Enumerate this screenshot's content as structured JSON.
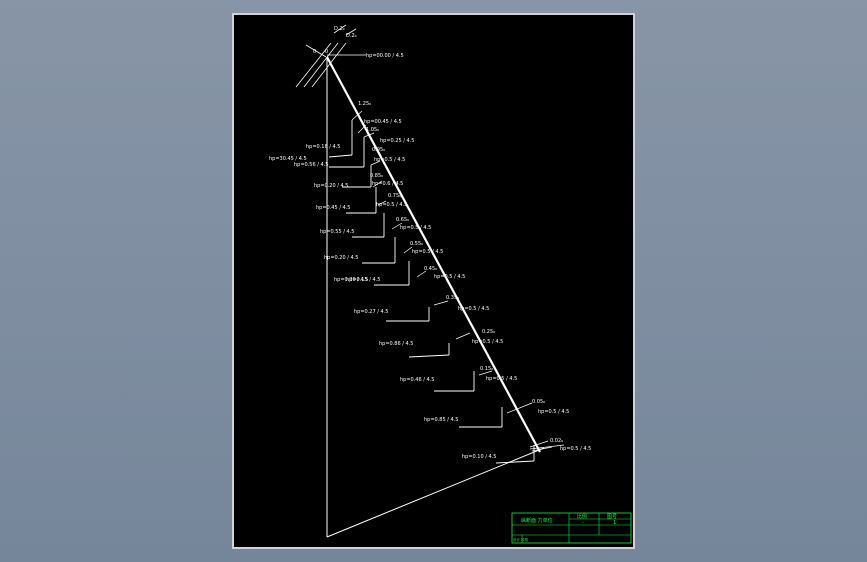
{
  "drawing": {
    "top_labels": [
      "0",
      "0"
    ],
    "top_tags": [
      "D.2₀",
      "D.2₀"
    ],
    "annotations": [
      "hp=00.00 / 4.5",
      "1.25₀",
      "hp=00.45 / 4.5",
      "1.05₀",
      "hp=0.25 / 4.5",
      "hp=0.18 / 4.5",
      "hp=30.45 / 4.5",
      "hp=0.56 / 4.5",
      "0.95₀",
      "hp=0.5 / 4.5",
      "hp=0.20 / 4.5",
      "0.85₀",
      "hp=0.6 / 4.5",
      "hp=0.45 / 4.5",
      "0.75₀",
      "hp=0.5 / 4.5",
      "hp=0.55 / 4.5",
      "0.65₀",
      "hp=0.5 / 4.5",
      "hp=0.20 / 4.5",
      "0.55₀",
      "hp=0.5 / 4.5",
      "hp=0.15 / 4.5",
      "0.45₀",
      "hp=0.5 / 4.5",
      "hp=0.20 / 4.5",
      "0.35₀",
      "hp=0.5 / 4.5",
      "hp=0.27 / 4.5",
      "0.25₀",
      "hp=0.5 / 4.5",
      "hp=0.86 / 4.5",
      "0.15₀",
      "hp=0.5 / 4.5",
      "hp=0.46 / 4.5",
      "0.05₀",
      "hp=0.5 / 4.5",
      "hp=0.85 / 4.5",
      "0.02₀",
      "hp=0.5 / 4.5",
      "hp=0.10 / 4.5"
    ]
  },
  "title_block": {
    "title": "纵断面 力单位",
    "col1_header": "比例",
    "col2_header": "图号",
    "col1_value": "-",
    "col2_value": "1",
    "stamp": "设计 校核"
  },
  "colors": {
    "background": "#7f8ea1",
    "sheet": "#000000",
    "lines": "#ffffff",
    "title_block": "#00ff3c"
  }
}
